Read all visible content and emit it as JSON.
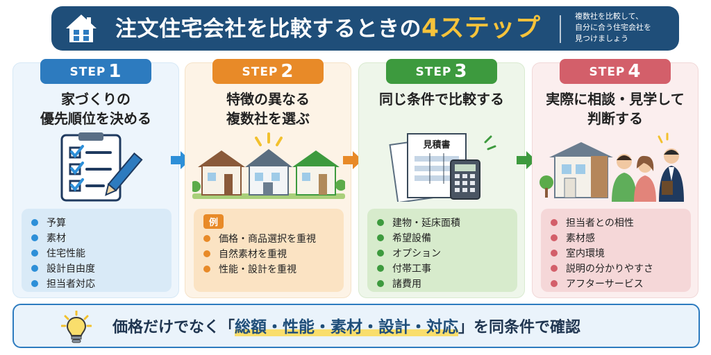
{
  "header": {
    "title_main": "注文住宅会社を比較するときの",
    "title_accent": "4ステップ",
    "subtitle": "複数社を比較して、\n自分に合う住宅会社を\n見つけましょう",
    "bg_color": "#1f4e79",
    "icon": "house-icon"
  },
  "steps": [
    {
      "badge_word": "STEP",
      "badge_num": "1",
      "title": "家づくりの\n優先順位を決める",
      "icon": "checklist-clipboard-icon",
      "items": [
        "予算",
        "素材",
        "住宅性能",
        "設計自由度",
        "担当者対応"
      ],
      "color": "#2d7bbf"
    },
    {
      "badge_word": "STEP",
      "badge_num": "2",
      "title": "特徴の異なる\n複数社を選ぶ",
      "icon": "three-houses-icon",
      "example_label": "例",
      "items": [
        "価格・商品選択を重視",
        "自然素材を重視",
        "性能・設計を重視"
      ],
      "color": "#e88a28"
    },
    {
      "badge_word": "STEP",
      "badge_num": "3",
      "title": "同じ条件で比較する",
      "icon": "estimate-calculator-icon",
      "doc_label": "見積書",
      "items": [
        "建物・延床面積",
        "希望設備",
        "オプション",
        "付帯工事",
        "諸費用"
      ],
      "color": "#3d9a3e"
    },
    {
      "badge_word": "STEP",
      "badge_num": "4",
      "title": "実際に相談・見学して\n判断する",
      "icon": "consultation-people-icon",
      "items": [
        "担当者との相性",
        "素材感",
        "室内環境",
        "説明の分かりやすさ",
        "アフターサービス"
      ],
      "color": "#d35f6a"
    }
  ],
  "banner": {
    "prefix": "価格だけでなく",
    "open_bracket": "「",
    "highlight": "総額・性能・素材・設計・対応",
    "close_bracket": "」",
    "suffix": "を同条件で確認",
    "icon": "lightbulb-icon"
  }
}
